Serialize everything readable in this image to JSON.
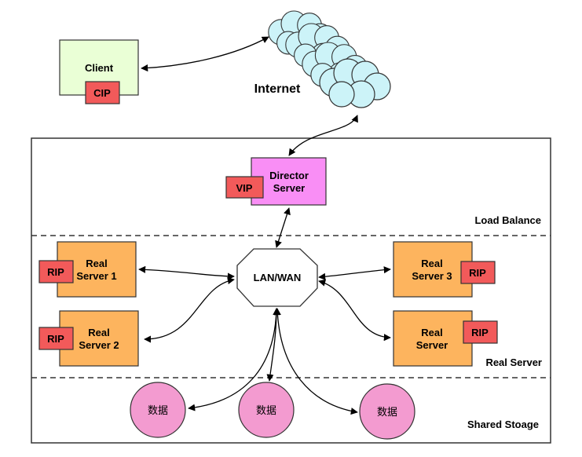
{
  "client": {
    "label": "Client",
    "tag": "CIP"
  },
  "internet": {
    "label": "Internet"
  },
  "director": {
    "line1": "Director",
    "line2": "Server",
    "tag": "VIP"
  },
  "zones": {
    "load_balance": "Load Balance",
    "real_server": "Real Server",
    "shared_storage": "Shared Stoage"
  },
  "lan": {
    "label": "LAN/WAN"
  },
  "servers": [
    {
      "line1": "Real",
      "line2": "Server 1",
      "tag": "RIP"
    },
    {
      "line1": "Real",
      "line2": "Server 2",
      "tag": "RIP"
    },
    {
      "line1": "Real",
      "line2": "Server 3",
      "tag": "RIP"
    },
    {
      "line1": "Real",
      "line2": "Server",
      "tag": "RIP"
    }
  ],
  "storage": [
    {
      "label": "数据"
    },
    {
      "label": "数据"
    },
    {
      "label": "数据"
    }
  ],
  "colors": {
    "client_fill": "#eaffd6",
    "tag_fill": "#f25a5a",
    "director_fill": "#f98ef5",
    "server_fill": "#fdb45e",
    "storage_fill": "#f39bd0",
    "cloud_fill": "#ccf3f8"
  }
}
